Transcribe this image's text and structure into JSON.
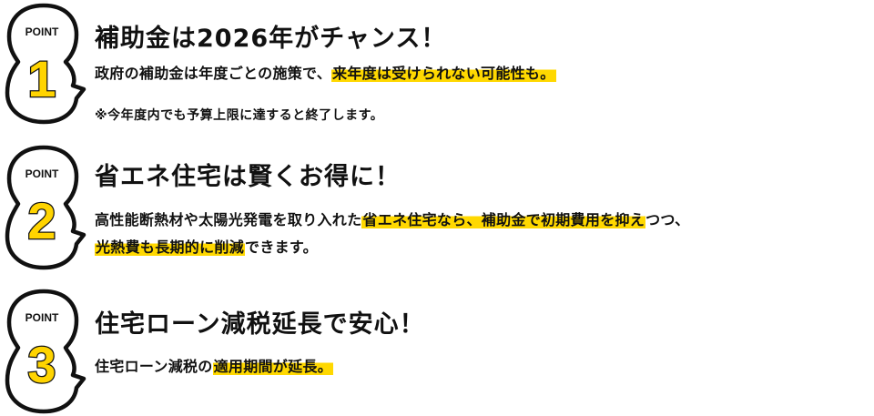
{
  "colors": {
    "highlight": "#ffd800",
    "numeral_fill": "#ffd400",
    "outline": "#111111",
    "text": "#111111",
    "background": "#ffffff"
  },
  "points": [
    {
      "badge_label": "POINT",
      "number": "1",
      "icon": "speech-bubble-icon",
      "title": "補助金は2026年がチャンス！",
      "body_lines": [
        [
          {
            "text": "政府の補助金は年度ごとの施策で、",
            "highlight": false
          },
          {
            "text": "来年度は受けられない可能性も。",
            "highlight": true
          }
        ]
      ],
      "note": "※今年度内でも予算上限に達すると終了します。"
    },
    {
      "badge_label": "POINT",
      "number": "2",
      "icon": "speech-bubble-icon",
      "title": "省エネ住宅は賢くお得に！",
      "body_lines": [
        [
          {
            "text": "高性能断熱材や太陽光発電を取り入れた",
            "highlight": false
          },
          {
            "text": "省エネ住宅なら、補助金で初期費用を抑え",
            "highlight": true
          },
          {
            "text": "つつ、",
            "highlight": false
          }
        ],
        [
          {
            "text": "光熱費も長期的に削減",
            "highlight": true
          },
          {
            "text": "できます。",
            "highlight": false
          }
        ]
      ]
    },
    {
      "badge_label": "POINT",
      "number": "3",
      "icon": "speech-bubble-icon",
      "title": "住宅ローン減税延長で安心！",
      "body_lines": [
        [
          {
            "text": "住宅ローン減税の",
            "highlight": false
          },
          {
            "text": "適用期間が延長。",
            "highlight": true
          }
        ]
      ]
    }
  ]
}
